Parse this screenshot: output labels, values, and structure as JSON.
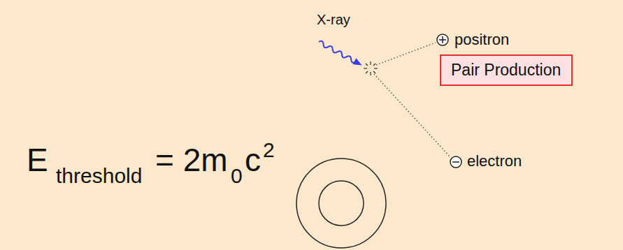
{
  "diagram": {
    "nodes": [
      {
        "text": [
          "Pair Production"
        ]
      }
    ],
    "labels": [
      "X-ray",
      "positron",
      "electron",
      "E",
      "threshold",
      "= 2m",
      "0",
      "c",
      "2"
    ]
  }
}
